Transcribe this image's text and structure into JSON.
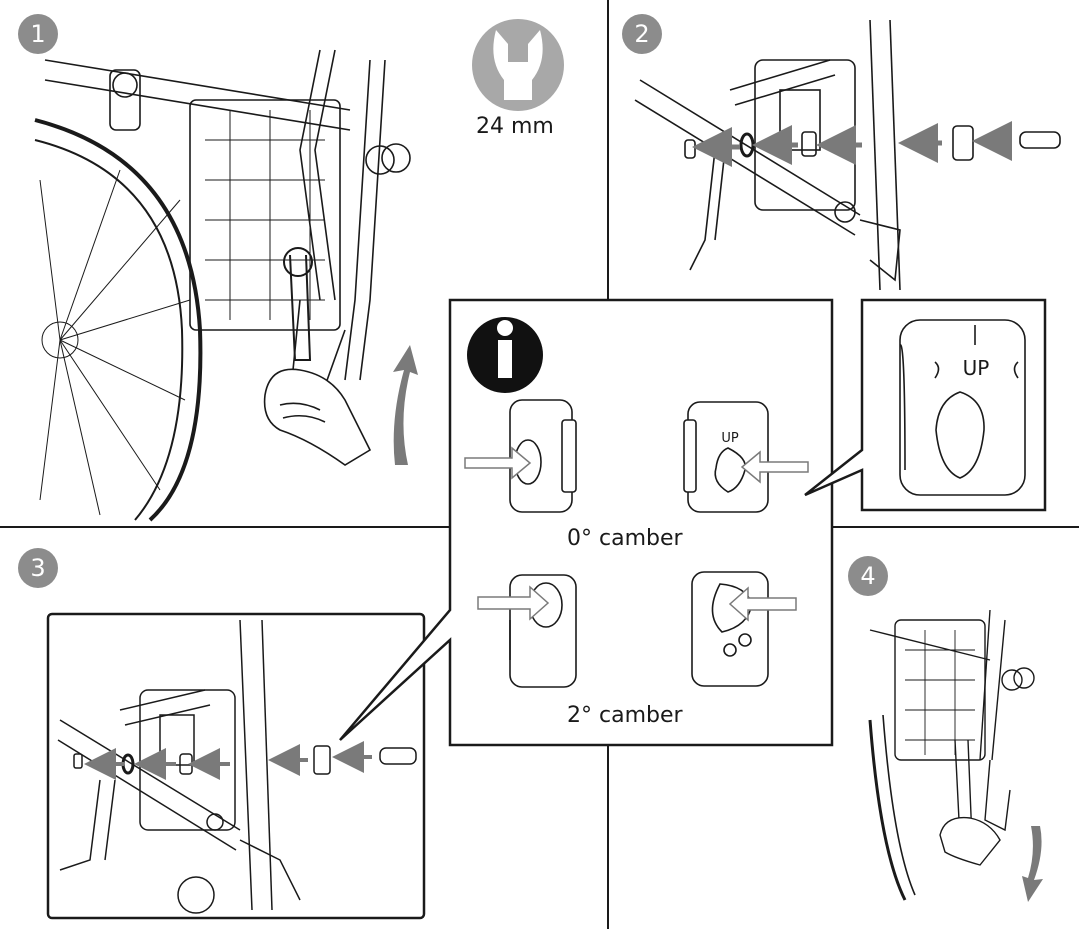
{
  "steps": [
    "1",
    "2",
    "3",
    "4"
  ],
  "tool": {
    "icon": "wrench-icon",
    "size_label": "24 mm"
  },
  "info": {
    "icon": "info-icon",
    "camber_0_label": "0° camber",
    "camber_2_label": "2° camber",
    "up_mark": "UP"
  },
  "colors": {
    "badge": "#8c8c8c",
    "arrow_gray": "#7a7a7a",
    "line": "#1a1a1a"
  }
}
